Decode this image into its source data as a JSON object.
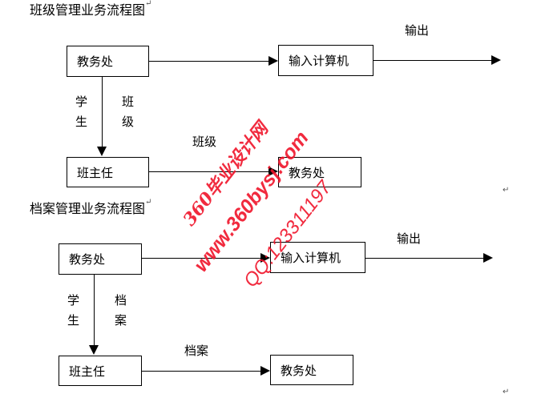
{
  "diagram1": {
    "title": "班级管理业务流程图",
    "box_source": "教务处",
    "box_computer": "输入计算机",
    "output_label": "输出",
    "down_label_left": [
      "学",
      "生"
    ],
    "down_label_right": [
      "班",
      "级"
    ],
    "box_teacher": "班主任",
    "flow_label": "班级",
    "box_target": "教务处"
  },
  "diagram2": {
    "title": "档案管理业务流程图",
    "box_source": "教务处",
    "box_computer": "输入计算机",
    "output_label": "输出",
    "down_label_left": [
      "学",
      "生"
    ],
    "down_label_right": [
      "档",
      "案"
    ],
    "box_teacher": "班主任",
    "flow_label": "档案",
    "box_target": "教务处"
  },
  "return_mark": "↵",
  "watermark": {
    "line1": "360毕业设计网",
    "line2": "www.360bysj.com",
    "line3": "QQ:123311197"
  }
}
